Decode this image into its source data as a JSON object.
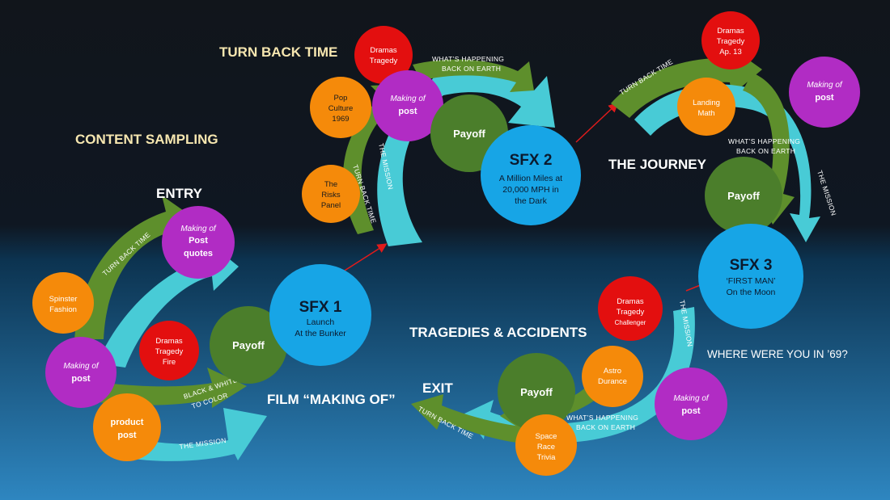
{
  "sections": {
    "turn_back_time": "TURN BACK TIME",
    "content_sampling": "CONTENT SAMPLING",
    "entry": "ENTRY",
    "the_journey": "THE JOURNEY",
    "tragedies": "TRAGEDIES & ACCIDENTS",
    "film_making_of": "FILM “MAKING OF”",
    "exit": "EXIT",
    "where_were_you": "WHERE WERE YOU IN ’69?"
  },
  "sfx": {
    "sfx1": {
      "title": "SFX 1",
      "lines": [
        "Launch",
        "At the Bunker"
      ]
    },
    "sfx2": {
      "title": "SFX 2",
      "lines": [
        "A Million Miles at",
        "20,000 MPH in",
        "the Dark"
      ]
    },
    "sfx3": {
      "title": "SFX 3",
      "lines": [
        "‘FIRST MAN’",
        "On the Moon"
      ]
    }
  },
  "payoff": "Payoff",
  "making_of": {
    "top": "Making of",
    "post": "post",
    "post_quotes": [
      "Post",
      "quotes"
    ]
  },
  "dramas": {
    "l1": "Dramas",
    "l2": "Tragedy",
    "fire": "Fire",
    "ap13": "Ap. 13",
    "challenger": "Challenger"
  },
  "nodes": {
    "pop_culture": [
      "Pop",
      "Culture",
      "1969"
    ],
    "risks_panel": [
      "The",
      "Risks",
      "Panel"
    ],
    "landing_math": [
      "Landing",
      "Math"
    ],
    "spinster": [
      "Spinster",
      "Fashion"
    ],
    "product_post": [
      "product",
      "post"
    ],
    "astro": [
      "Astro",
      "Durance"
    ],
    "space_race": [
      "Space",
      "Race",
      "Trivia"
    ]
  },
  "arrow_labels": {
    "turn_back_time": "TURN BACK TIME",
    "the_mission": "THE MISSION",
    "whats_happening": [
      "WHAT’S HAPPENING",
      "BACK ON EARTH"
    ],
    "black_white": [
      "BLACK & WHITE",
      "TO COLOR"
    ]
  },
  "colors": {
    "green_arrow": "#5E8F2C",
    "cyan_arrow": "#48CBD6",
    "blue_circle": "#17A5E6",
    "payoff_green": "#4B7E2B",
    "purple": "#B12CC4",
    "orange": "#F58A0A",
    "red": "#E30F0F"
  }
}
